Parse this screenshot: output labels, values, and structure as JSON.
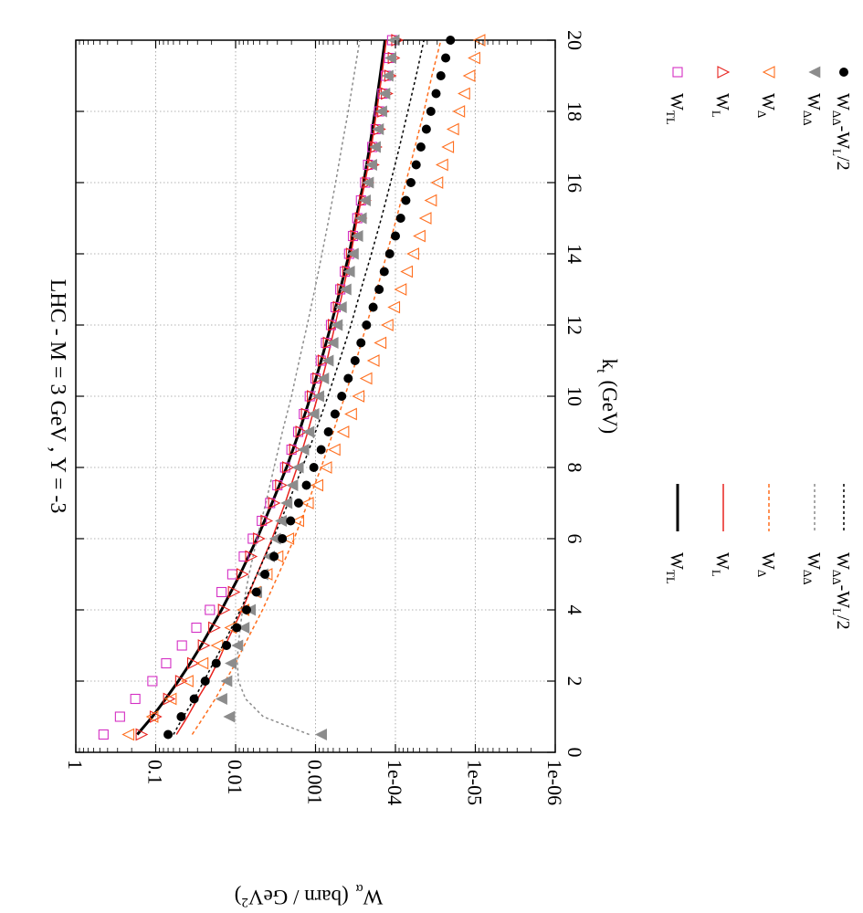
{
  "chart_data": {
    "type": "line",
    "orientation": "rotated-90-clockwise",
    "title": "LHC  -  M = 3 GeV , Y = -3",
    "xlabel": "k",
    "xlabel_sub": "t",
    "xlabel_unit": "(GeV)",
    "ylabel": "W",
    "ylabel_sub": "α",
    "ylabel_unit": "(barn / GeV",
    "ylabel_sup": "2",
    "ylabel_close": ")",
    "xlim": [
      0,
      20
    ],
    "ylim": [
      1e-06,
      1
    ],
    "yscale": "log",
    "grid": true,
    "x_ticks": [
      "0",
      "2",
      "4",
      "6",
      "8",
      "10",
      "12",
      "14",
      "16",
      "18",
      "20"
    ],
    "y_ticks": [
      "1",
      "0.1",
      "0.01",
      "0.001",
      "1e-04",
      "1e-05",
      "1e-06"
    ],
    "legend_lines": [
      {
        "base": "W",
        "sub": "TL",
        "color": "#000000",
        "dash": "",
        "width": 3
      },
      {
        "base": "W",
        "sub": "L",
        "color": "#e8231f",
        "dash": "",
        "width": 1.5
      },
      {
        "base": "W",
        "sub": "Δ",
        "color": "#ff6f1f",
        "dash": "4,3",
        "width": 1.5
      },
      {
        "base": "W",
        "sub": "ΔΔ",
        "color": "#8c8c8c",
        "dash": "3,3",
        "width": 1.5
      },
      {
        "base": "W",
        "sub": "ΔΔ",
        "tail": "-W",
        "tail_sub": "L",
        "tail_end": "/2",
        "color": "#000000",
        "dash": "3,3",
        "width": 1.5
      }
    ],
    "legend_points": [
      {
        "base": "W",
        "sub": "TL",
        "marker": "square",
        "color": "#d42fc4"
      },
      {
        "base": "W",
        "sub": "L",
        "marker": "triangle-right",
        "color": "#e8231f"
      },
      {
        "base": "W",
        "sub": "Δ",
        "marker": "triangle-left",
        "color": "#ff6f1f"
      },
      {
        "base": "W",
        "sub": "ΔΔ",
        "marker": "triangle-up-filled",
        "color": "#8c8c8c"
      },
      {
        "base": "W",
        "sub": "ΔΔ",
        "tail": "-W",
        "tail_sub": "L",
        "tail_end": "/2",
        "marker": "circle-filled",
        "color": "#000000"
      }
    ],
    "point_x": [
      0.5,
      1,
      1.5,
      2,
      2.5,
      3,
      3.5,
      4,
      4.5,
      5,
      5.5,
      6,
      6.5,
      7,
      7.5,
      8,
      8.5,
      9,
      9.5,
      10,
      10.5,
      11,
      11.5,
      12,
      12.5,
      13,
      13.5,
      14,
      14.5,
      15,
      15.5,
      16,
      16.5,
      17,
      17.5,
      18,
      18.5,
      19,
      19.5,
      20
    ],
    "line_x": [
      0.5,
      1,
      1.5,
      2,
      2.5,
      3,
      4,
      5,
      6,
      7,
      8,
      9,
      10,
      11,
      12,
      13,
      14,
      15,
      16,
      17,
      18,
      19,
      20
    ],
    "lines": [
      {
        "name": "W_TL",
        "values": [
          0.17,
          0.11,
          0.075,
          0.052,
          0.037,
          0.027,
          0.015,
          0.0088,
          0.0054,
          0.0035,
          0.0023,
          0.0016,
          0.00115,
          0.00085,
          0.00064,
          0.00049,
          0.00038,
          0.00031,
          0.00025,
          0.00021,
          0.00018,
          0.000155,
          0.000135
        ]
      },
      {
        "name": "W_L",
        "values": [
          0.055,
          0.04,
          0.03,
          0.022,
          0.017,
          0.0135,
          0.0083,
          0.0054,
          0.0035,
          0.0024,
          0.0017,
          0.00125,
          0.00094,
          0.00072,
          0.00057,
          0.00045,
          0.00036,
          0.0003,
          0.00024,
          0.0002,
          0.000172,
          0.000148,
          0.00013
        ]
      },
      {
        "name": "W_D",
        "values": [
          0.035,
          0.025,
          0.018,
          0.0135,
          0.01,
          0.0078,
          0.0046,
          0.0029,
          0.00185,
          0.00125,
          0.00085,
          0.0006,
          0.00043,
          0.00031,
          0.00023,
          0.00017,
          0.000128,
          9.7e-05,
          7.4e-05,
          5.7e-05,
          4.4e-05,
          3.5e-05,
          2.7e-05
        ]
      },
      {
        "name": "W_DD",
        "values": [
          0.0012,
          0.0045,
          0.0075,
          0.0092,
          0.0095,
          0.0093,
          0.0082,
          0.0068,
          0.0054,
          0.0042,
          0.0033,
          0.0026,
          0.002,
          0.0016,
          0.00127,
          0.00102,
          0.00083,
          0.00068,
          0.00056,
          0.00047,
          0.00039,
          0.00033,
          0.00028
        ]
      },
      {
        "name": "W_DD-W_L/2",
        "values": [
          0.06,
          0.045,
          0.033,
          0.025,
          0.019,
          0.0145,
          0.0087,
          0.0054,
          0.0034,
          0.0022,
          0.00146,
          0.001,
          0.0007,
          0.0005,
          0.00036,
          0.00027,
          0.0002,
          0.00015,
          0.000115,
          8.9e-05,
          7e-05,
          5.5e-05,
          4.4e-05
        ]
      }
    ],
    "points": [
      {
        "name": "W_TL",
        "values": [
          0.45,
          0.28,
          0.18,
          0.11,
          0.074,
          0.047,
          0.031,
          0.021,
          0.015,
          0.011,
          0.0079,
          0.0061,
          0.0047,
          0.0037,
          0.003,
          0.0024,
          0.002,
          0.00165,
          0.0014,
          0.00118,
          0.001,
          0.00086,
          0.00074,
          0.00064,
          0.00056,
          0.00049,
          0.00043,
          0.00038,
          0.00034,
          0.0003,
          0.00027,
          0.00024,
          0.00022,
          0.000195,
          0.000177,
          0.00016,
          0.000145,
          0.000132,
          0.00012,
          0.00011
        ]
      },
      {
        "name": "W_L",
        "values": [
          0.15,
          0.1,
          0.068,
          0.048,
          0.034,
          0.025,
          0.0185,
          0.014,
          0.0105,
          0.0082,
          0.0064,
          0.0051,
          0.0041,
          0.0033,
          0.0027,
          0.0022,
          0.0018,
          0.0015,
          0.00128,
          0.00108,
          0.00092,
          0.00079,
          0.00068,
          0.00059,
          0.00051,
          0.00045,
          0.00039,
          0.00035,
          0.00031,
          0.00027,
          0.00024,
          0.00022,
          0.00019,
          0.000175,
          0.000158,
          0.000142,
          0.000128,
          0.000116,
          0.000105,
          9.5e-05
        ]
      },
      {
        "name": "W_D",
        "values": [
          0.22,
          0.11,
          0.065,
          0.04,
          0.026,
          0.017,
          0.0115,
          0.008,
          0.0057,
          0.0041,
          0.003,
          0.0022,
          0.00165,
          0.00125,
          0.00095,
          0.00074,
          0.00058,
          0.00045,
          0.00036,
          0.00029,
          0.000232,
          0.000188,
          0.000154,
          0.000126,
          0.000104,
          8.6e-05,
          7.2e-05,
          6e-05,
          5e-05,
          4.2e-05,
          3.6e-05,
          3e-05,
          2.6e-05,
          2.2e-05,
          1.9e-05,
          1.6e-05,
          1.38e-05,
          1.19e-05,
          1.03e-05,
          8.9e-06
        ]
      },
      {
        "name": "W_DD",
        "values": [
          0.00085,
          0.012,
          0.015,
          0.013,
          0.0115,
          0.0095,
          0.0079,
          0.0066,
          0.0055,
          0.0046,
          0.0038,
          0.0032,
          0.0027,
          0.0023,
          0.00195,
          0.00166,
          0.00142,
          0.00122,
          0.00106,
          0.00092,
          0.0008,
          0.0007,
          0.00061,
          0.00054,
          0.00048,
          0.00042,
          0.00038,
          0.00034,
          0.0003,
          0.00027,
          0.00024,
          0.00022,
          0.0002,
          0.00018,
          0.000165,
          0.00015,
          0.000137,
          0.000125,
          0.000115,
          0.000105
        ]
      },
      {
        "name": "W_DD-W_L/2",
        "values": [
          0.07,
          0.048,
          0.033,
          0.024,
          0.0175,
          0.013,
          0.0097,
          0.0073,
          0.0055,
          0.0043,
          0.0033,
          0.0026,
          0.00205,
          0.00163,
          0.0013,
          0.00105,
          0.00085,
          0.00069,
          0.00057,
          0.00047,
          0.00039,
          0.00032,
          0.00027,
          0.00023,
          0.00019,
          0.00016,
          0.000138,
          0.000118,
          0.0001,
          8.6e-05,
          7.4e-05,
          6.4e-05,
          5.5e-05,
          4.8e-05,
          4.1e-05,
          3.6e-05,
          3.1e-05,
          2.7e-05,
          2.35e-05,
          2.05e-05
        ]
      }
    ]
  }
}
